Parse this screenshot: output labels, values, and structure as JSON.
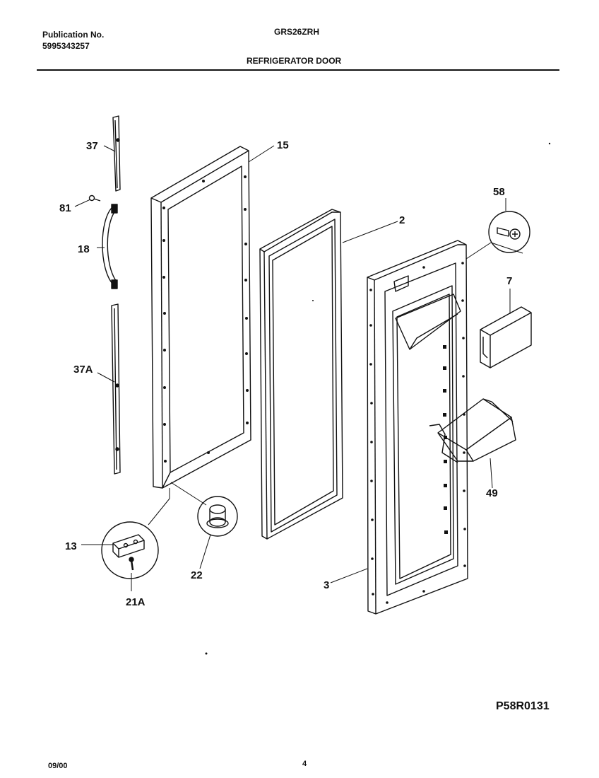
{
  "header": {
    "publication_label": "Publication No.",
    "publication_number": "5995343257",
    "model": "GRS26ZRH",
    "section_title": "REFRIGERATOR DOOR"
  },
  "parts": [
    {
      "id": "p37",
      "label": "37"
    },
    {
      "id": "p15",
      "label": "15"
    },
    {
      "id": "p81",
      "label": "81"
    },
    {
      "id": "p18",
      "label": "18"
    },
    {
      "id": "p2",
      "label": "2"
    },
    {
      "id": "p58",
      "label": "58"
    },
    {
      "id": "p7",
      "label": "7"
    },
    {
      "id": "p37a",
      "label": "37A"
    },
    {
      "id": "p49",
      "label": "49"
    },
    {
      "id": "p13",
      "label": "13"
    },
    {
      "id": "p22",
      "label": "22"
    },
    {
      "id": "p21a",
      "label": "21A"
    },
    {
      "id": "p3",
      "label": "3"
    }
  ],
  "diagram_code": "P58R0131",
  "footer": {
    "date": "09/00",
    "page": "4"
  }
}
